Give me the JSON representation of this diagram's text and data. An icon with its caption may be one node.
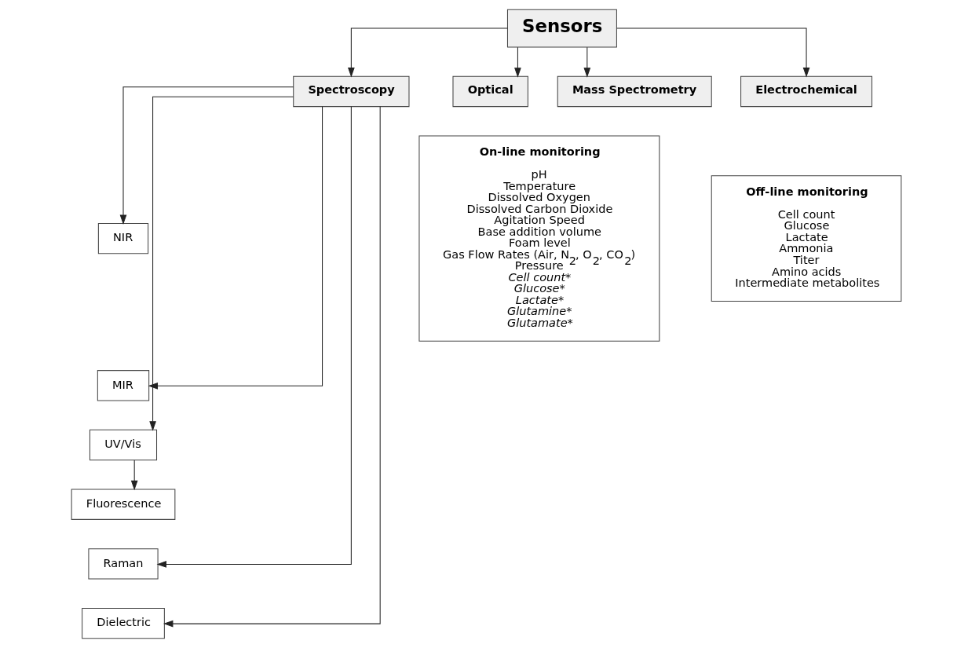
{
  "diagram": {
    "nodes": [
      {
        "text": [
          "Sensors"
        ]
      },
      {
        "text": [
          "Spectroscopy"
        ]
      },
      {
        "text": [
          "Optical"
        ]
      },
      {
        "text": [
          "Mass Spectrometry"
        ]
      },
      {
        "text": [
          "Electrochemical"
        ]
      },
      {
        "text": [
          "NIR"
        ]
      },
      {
        "text": [
          "MIR"
        ]
      },
      {
        "text": [
          "UV/Vis"
        ]
      },
      {
        "text": [
          "Fluorescence"
        ]
      },
      {
        "text": [
          "Raman"
        ]
      },
      {
        "text": [
          "Dielectric"
        ]
      },
      {
        "text": [
          "On-line monitoring",
          "pH",
          "Temperature",
          "Dissolved Oxygen",
          "Dissolved Carbon Dioxide",
          "Agitation Speed",
          "Base addition volume",
          "Foam level",
          "Gas Flow Rates (Air, N$_{2}$, O$_{2}$, CO$_{2}$)",
          "Pressure",
          "Cell count*",
          "Glucose*",
          "Lactate*",
          "Glutamine*",
          "Glutamate*"
        ]
      },
      {
        "text": [
          "Off-line monitoring",
          "Cell count",
          "Glucose",
          "Lactate",
          "Ammonia",
          "Titer",
          "Amino acids",
          "Intermediate metabolites"
        ]
      }
    ],
    "edges": [
      {
        "from": 0,
        "to": 1,
        "arrow": "to"
      },
      {
        "from": 0,
        "to": 2,
        "arrow": "to"
      },
      {
        "from": 0,
        "to": 3,
        "arrow": "to"
      },
      {
        "from": 0,
        "to": 4,
        "arrow": "to"
      },
      {
        "from": 1,
        "to": 5,
        "arrow": "to"
      },
      {
        "from": 1,
        "to": 6,
        "arrow": "to"
      },
      {
        "from": 1,
        "to": 7,
        "arrow": "to"
      },
      {
        "from": 7,
        "to": 8,
        "arrow": "to"
      },
      {
        "from": 1,
        "to": 9,
        "arrow": "to"
      },
      {
        "from": 1,
        "to": 10,
        "arrow": "to"
      }
    ]
  }
}
